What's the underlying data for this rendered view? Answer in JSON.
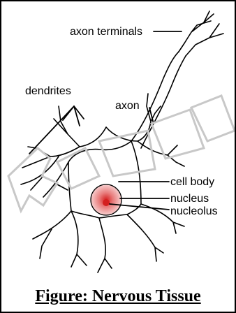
{
  "labels": {
    "axon_terminals": "axon terminals",
    "dendrites": "dendrites",
    "axon": "axon",
    "cell_body": "cell body",
    "nucleus": "nucleus",
    "nucleolus": "nucleolus"
  },
  "caption": "Figure: Nervous Tissue",
  "colors": {
    "outline": "#000000",
    "nucleus": "#e87b7b",
    "nucleolus": "#d42020",
    "watermark": "#c8c8c8"
  }
}
